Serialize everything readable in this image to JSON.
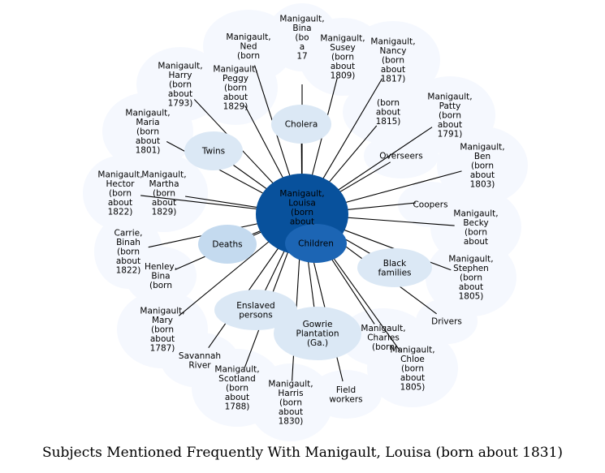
{
  "caption": "Subjects Mentioned Frequently With Manigault, Louisa (born about 1831)",
  "colors": {
    "background": "#ffffff",
    "person_node": "#f5f8fe",
    "topic_node_light": "#dbe8f5",
    "topic_node_mid": "#c4daef",
    "center_node": "#08519c",
    "children_node": "#1c65b4",
    "edge": "#000000"
  },
  "center": {
    "id": "center",
    "lines": [
      "Manigault,",
      "Louisa",
      "(born",
      "about"
    ]
  },
  "nodes": [
    {
      "id": "ned",
      "kind": "person",
      "lines": [
        "Manigault,",
        "Ned",
        "(born"
      ]
    },
    {
      "id": "bina",
      "kind": "person",
      "lines": [
        "Manigault,",
        "Bina",
        "(bo",
        "a",
        "17"
      ]
    },
    {
      "id": "susey",
      "kind": "person",
      "lines": [
        "Manigault,",
        "Susey",
        "(born",
        "about",
        "1809)"
      ]
    },
    {
      "id": "nancy",
      "kind": "person",
      "lines": [
        "Manigault,",
        "Nancy",
        "(born",
        "about",
        "1817)"
      ]
    },
    {
      "id": "harry",
      "kind": "person",
      "lines": [
        "Manigault,",
        "Harry",
        "(born",
        "about",
        "1793)"
      ]
    },
    {
      "id": "peggy",
      "kind": "person",
      "lines": [
        "Manigault,",
        "Peggy",
        "(born",
        "about",
        "1829)"
      ]
    },
    {
      "id": "p1815",
      "kind": "person",
      "lines": [
        "(born",
        "about",
        "1815)"
      ]
    },
    {
      "id": "patty",
      "kind": "person",
      "lines": [
        "Manigault,",
        "Patty",
        "(born",
        "about",
        "1791)"
      ]
    },
    {
      "id": "maria",
      "kind": "person",
      "lines": [
        "Manigault,",
        "Maria",
        "(born",
        "about",
        "1801)"
      ]
    },
    {
      "id": "ben",
      "kind": "person",
      "lines": [
        "Manigault,",
        "Ben",
        "(born",
        "about",
        "1803)"
      ]
    },
    {
      "id": "hector",
      "kind": "person",
      "lines": [
        "Manigault,",
        "Hector",
        "(born",
        "about",
        "1822)"
      ]
    },
    {
      "id": "martha",
      "kind": "person",
      "lines": [
        "Manigault,",
        "Martha",
        "(born",
        "about",
        "1829)"
      ]
    },
    {
      "id": "becky",
      "kind": "person",
      "lines": [
        "Manigault,",
        "Becky",
        "(born",
        "about"
      ]
    },
    {
      "id": "binah",
      "kind": "person",
      "lines": [
        "Carrie,",
        "Binah",
        "(born",
        "about",
        "1822)"
      ]
    },
    {
      "id": "henley",
      "kind": "person",
      "lines": [
        "Henley,",
        "Bina",
        "(born"
      ]
    },
    {
      "id": "stephen",
      "kind": "person",
      "lines": [
        "Manigault,",
        "Stephen",
        "(born",
        "about",
        "1805)"
      ]
    },
    {
      "id": "mary",
      "kind": "person",
      "lines": [
        "Manigault,",
        "Mary",
        "(born",
        "about",
        "1787)"
      ]
    },
    {
      "id": "charles",
      "kind": "person",
      "lines": [
        "Manigault,",
        "Charles",
        "(born"
      ]
    },
    {
      "id": "chloe",
      "kind": "person",
      "lines": [
        "Manigault,",
        "Chloe",
        "(born",
        "about",
        "1805)"
      ]
    },
    {
      "id": "scotland",
      "kind": "person",
      "lines": [
        "Manigault,",
        "Scotland",
        "(born",
        "about",
        "1788)"
      ]
    },
    {
      "id": "harris",
      "kind": "person",
      "lines": [
        "Manigault,",
        "Harris",
        "(born",
        "about",
        "1830)"
      ]
    },
    {
      "id": "savannah",
      "kind": "person",
      "lines": [
        "Savannah",
        "River"
      ]
    },
    {
      "id": "cooper",
      "kind": "person",
      "lines": [
        "Coopers"
      ]
    },
    {
      "id": "drivers",
      "kind": "person",
      "lines": [
        "Drivers"
      ]
    },
    {
      "id": "field",
      "kind": "person",
      "lines": [
        "Field",
        "workers"
      ]
    },
    {
      "id": "overseers",
      "kind": "person",
      "lines": [
        "Overseers"
      ]
    },
    {
      "id": "cholera",
      "kind": "topic",
      "lines": [
        "Cholera"
      ]
    },
    {
      "id": "twins",
      "kind": "topic",
      "lines": [
        "Twins"
      ]
    },
    {
      "id": "deaths",
      "kind": "topic_mid",
      "lines": [
        "Deaths"
      ]
    },
    {
      "id": "blackfam",
      "kind": "topic",
      "lines": [
        "Black",
        "families"
      ]
    },
    {
      "id": "enslaved",
      "kind": "topic",
      "lines": [
        "Enslaved",
        "persons"
      ]
    },
    {
      "id": "gowrie",
      "kind": "topic",
      "lines": [
        "Gowrie",
        "Plantation",
        "(Ga.)"
      ]
    },
    {
      "id": "children",
      "kind": "children",
      "lines": [
        "Children"
      ]
    }
  ]
}
